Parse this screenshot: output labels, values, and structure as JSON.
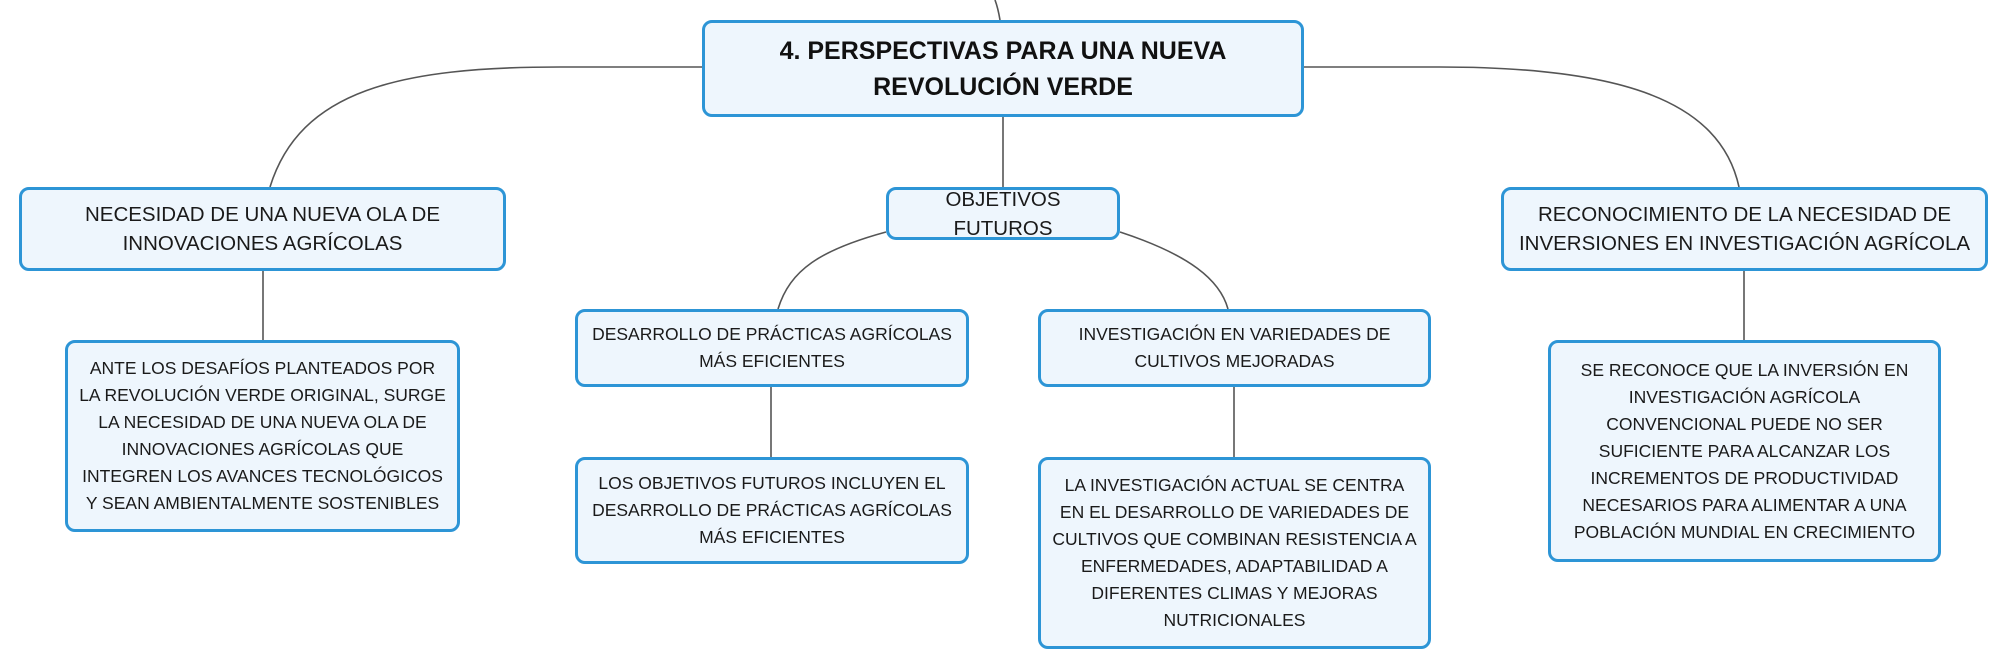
{
  "diagram": {
    "root": {
      "text": "4. PERSPECTIVAS PARA UNA NUEVA REVOLUCIÓN VERDE"
    },
    "branches": [
      {
        "text": "NECESIDAD DE UNA NUEVA OLA DE INNOVACIONES AGRÍCOLAS",
        "children": [
          {
            "text": "ANTE LOS DESAFÍOS PLANTEADOS POR LA REVOLUCIÓN VERDE ORIGINAL, SURGE LA NECESIDAD DE UNA NUEVA OLA DE INNOVACIONES AGRÍCOLAS QUE INTEGREN LOS AVANCES TECNOLÓGICOS Y SEAN AMBIENTALMENTE SOSTENIBLES"
          }
        ]
      },
      {
        "text": "OBJETIVOS FUTUROS",
        "children": [
          {
            "text": "DESARROLLO DE PRÁCTICAS AGRÍCOLAS MÁS EFICIENTES",
            "children": [
              {
                "text": "LOS OBJETIVOS FUTUROS INCLUYEN EL DESARROLLO DE PRÁCTICAS AGRÍCOLAS MÁS EFICIENTES"
              }
            ]
          },
          {
            "text": "INVESTIGACIÓN EN VARIEDADES DE CULTIVOS MEJORADAS",
            "children": [
              {
                "text": "LA INVESTIGACIÓN ACTUAL SE CENTRA EN EL DESARROLLO DE VARIEDADES DE CULTIVOS QUE COMBINAN RESISTENCIA A ENFERMEDADES, ADAPTABILIDAD A DIFERENTES CLIMAS Y MEJORAS NUTRICIONALES"
              }
            ]
          }
        ]
      },
      {
        "text": "RECONOCIMIENTO DE LA NECESIDAD DE INVERSIONES EN INVESTIGACIÓN AGRÍCOLA",
        "children": [
          {
            "text": "SE RECONOCE QUE LA INVERSIÓN EN INVESTIGACIÓN AGRÍCOLA CONVENCIONAL PUEDE NO SER SUFICIENTE PARA ALCANZAR LOS INCREMENTOS DE PRODUCTIVIDAD NECESARIOS PARA ALIMENTAR A UNA POBLACIÓN MUNDIAL EN CRECIMIENTO"
          }
        ]
      }
    ]
  },
  "colors": {
    "node_border": "#2d95d6",
    "node_fill": "#eef6fd",
    "connector": "#555555",
    "text": "#1a1a1a"
  }
}
